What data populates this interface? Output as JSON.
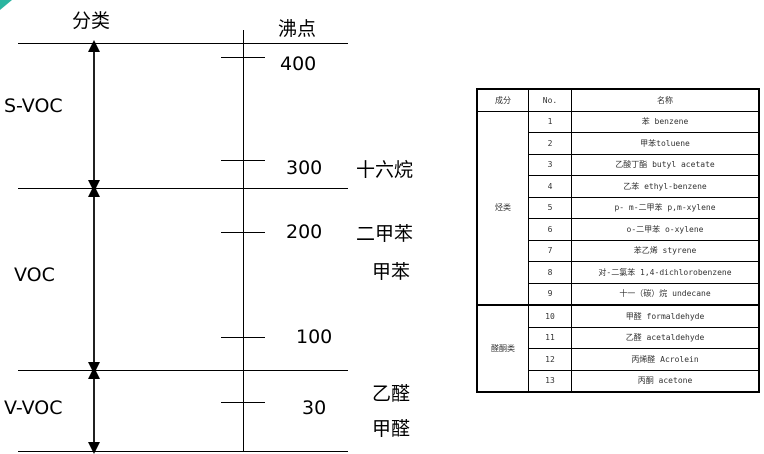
{
  "diagram": {
    "header_category": "分类",
    "header_boiling": "沸点",
    "categories": [
      "S-VOC",
      "VOC",
      "V-VOC"
    ],
    "ticks": [
      "400",
      "300",
      "200",
      "100",
      "30"
    ],
    "compounds": [
      "十六烷",
      "二甲苯",
      "甲苯",
      "乙醛",
      "甲醛"
    ]
  },
  "table": {
    "headers": [
      "成分",
      "No.",
      "名称"
    ],
    "groups": [
      {
        "name": "烃类",
        "rows": [
          [
            "1",
            "苯 benzene"
          ],
          [
            "2",
            "甲苯toluene"
          ],
          [
            "3",
            "乙酸丁酯 butyl acetate"
          ],
          [
            "4",
            "乙苯 ethyl-benzene"
          ],
          [
            "5",
            "p- m-二甲苯  p,m-xylene"
          ],
          [
            "6",
            "o-二甲苯 o-xylene"
          ],
          [
            "7",
            "苯乙烯 styrene"
          ],
          [
            "8",
            "对-二氯苯 1,4-dichlorobenzene"
          ],
          [
            "9",
            "十一（碳）烷 undecane"
          ]
        ]
      },
      {
        "name": "醛酮类",
        "rows": [
          [
            "10",
            "甲醛 formaldehyde"
          ],
          [
            "11",
            "乙醛 acetaldehyde"
          ],
          [
            "12",
            "丙烯醛 Acrolein"
          ],
          [
            "13",
            "丙酮 acetone"
          ]
        ]
      }
    ]
  }
}
